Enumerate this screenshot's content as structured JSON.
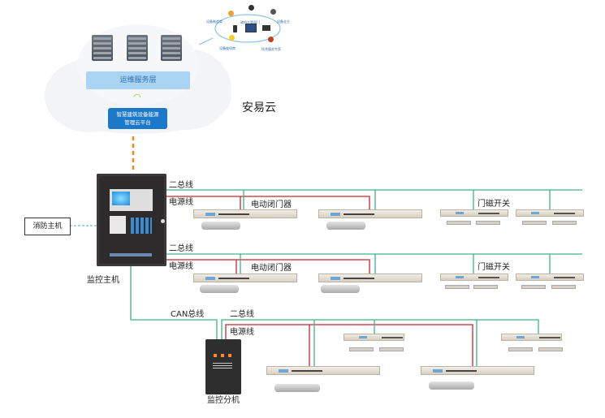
{
  "title": "安易云 智慧建筑设备能源管理系统架构图",
  "cloud": {
    "name": "安易云",
    "ops_layer": "运维服务层",
    "platform_line1": "智慧建筑设备能源",
    "platform_line2": "管理云平台",
    "servers": 3,
    "wifi_icon": "wifi-icon"
  },
  "user_ring": {
    "labels": [
      "设备制造商",
      "政府主管部门",
      "设备业主",
      "设备维保商",
      "技术服务专家"
    ],
    "devices": [
      "phone-icon",
      "tablet-icon",
      "laptop-icon"
    ]
  },
  "main_controller": {
    "label": "监控主机",
    "external": "消防主机"
  },
  "sub_controller": {
    "label": "监控分机"
  },
  "buses": {
    "bus_2wire": "二总线",
    "power": "电源线",
    "can": "CAN总线"
  },
  "device_labels": {
    "door_closer": "电动闭门器",
    "door_magnet": "门磁开关"
  },
  "colors": {
    "bus_green": "#3db38a",
    "power_red": "#c8262f",
    "uplink_orange": "#f08a1c",
    "fire_link_blue": "#5aa0d8",
    "platform_blue": "#1c79c9",
    "ops_blue": "#a9d4f3"
  }
}
